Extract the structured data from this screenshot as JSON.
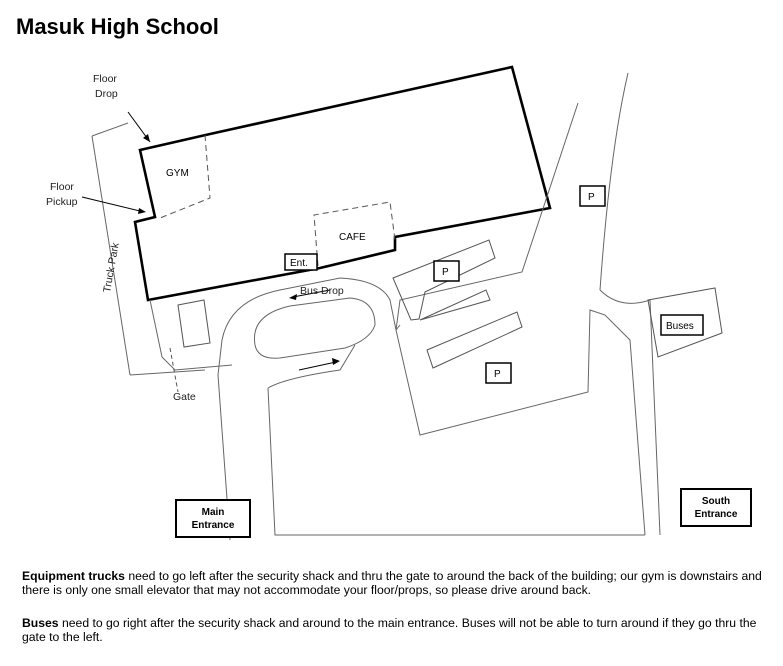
{
  "title": "Masuk High School",
  "labels": {
    "floor_drop_1": "Floor",
    "floor_drop_2": "Drop",
    "floor_pickup_1": "Floor",
    "floor_pickup_2": "Pickup",
    "truck_park": "Truck Park",
    "gym": "GYM",
    "cafe": "CAFE",
    "ent": "Ent.",
    "bus_drop": "Bus Drop",
    "gate": "Gate",
    "parking_1": "P",
    "parking_2": "P",
    "parking_3": "P",
    "buses": "Buses",
    "main_entrance_1": "Main",
    "main_entrance_2": "Entrance",
    "south_entrance_1": "South",
    "south_entrance_2": "Entrance"
  },
  "notes": {
    "equipment_heading": "Equipment trucks",
    "equipment_text": " need to go left after the security shack and thru the gate to around the back of the building; our gym is downstairs and there is only one small elevator that may not accommodate your floor/props, so please drive around back.",
    "buses_heading": "Buses",
    "buses_text": " need to go right after the security shack and around to the main entrance. Buses will not be able to turn around if they go thru the gate to the left."
  }
}
